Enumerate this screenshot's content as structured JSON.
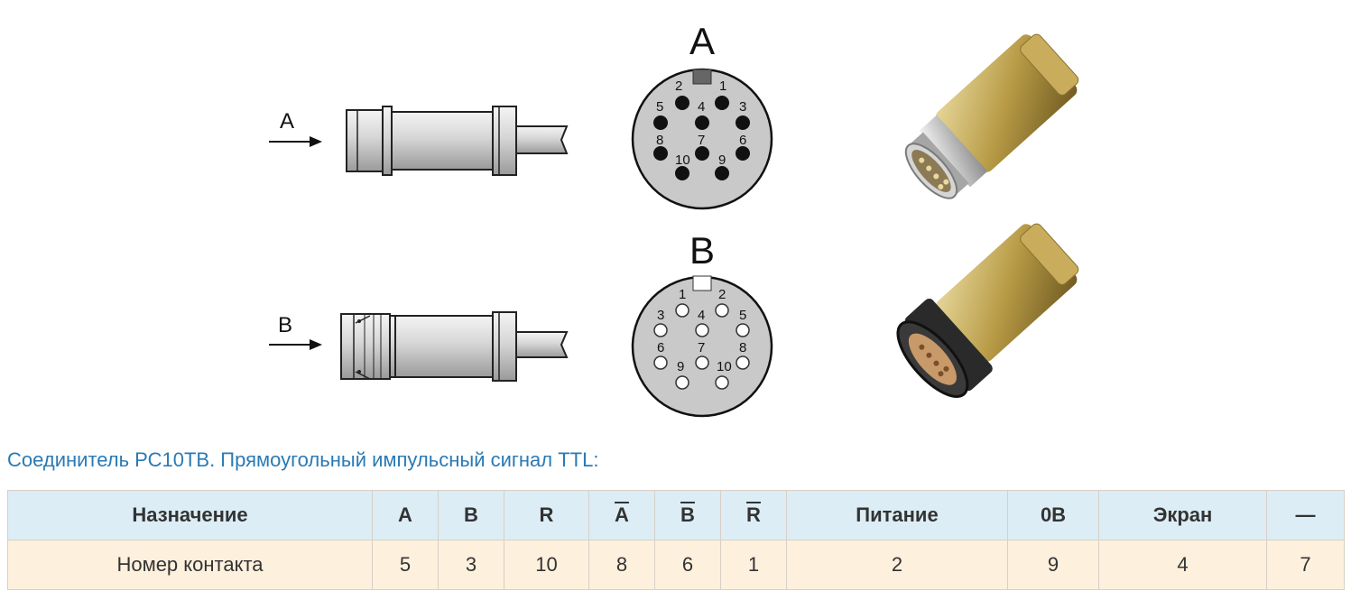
{
  "views": {
    "a": {
      "arrow_label": "A",
      "face_label": "A",
      "pin_style": "filled",
      "pin_labels": [
        "1",
        "2",
        "3",
        "4",
        "5",
        "6",
        "7",
        "8",
        "9",
        "10"
      ]
    },
    "b": {
      "arrow_label": "B",
      "face_label": "B",
      "pin_style": "hollow",
      "pin_labels": [
        "1",
        "2",
        "3",
        "4",
        "5",
        "6",
        "7",
        "8",
        "9",
        "10"
      ]
    }
  },
  "caption": "Соединитель РС10ТВ. Прямоугольный импульсный сигнал TTL:",
  "table": {
    "headers": [
      "Назначение",
      "A",
      "B",
      "R",
      "A",
      "B",
      "R",
      "Питание",
      "0В",
      "Экран",
      "—"
    ],
    "headers_overlined": [
      false,
      false,
      false,
      false,
      true,
      true,
      true,
      false,
      false,
      false,
      false
    ],
    "row": [
      "Номер контакта",
      "5",
      "3",
      "10",
      "8",
      "6",
      "1",
      "2",
      "9",
      "4",
      "7"
    ]
  },
  "colors": {
    "caption": "#2a7ab5",
    "header_bg": "#dcedf6",
    "row_bg": "#fdf0dd",
    "connector_face": "#c9c9c9",
    "brass": "#b79a45"
  }
}
